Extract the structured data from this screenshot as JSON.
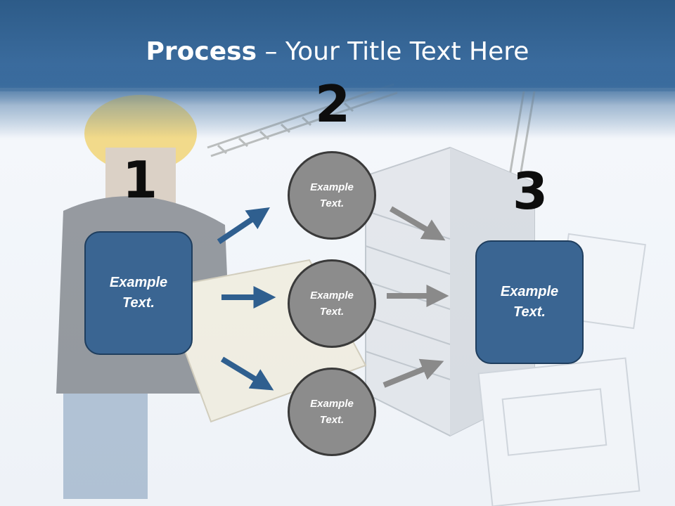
{
  "title": {
    "bold": "Process",
    "rest": " – Your Title Text Here"
  },
  "steps": [
    {
      "number": "1"
    },
    {
      "number": "2"
    },
    {
      "number": "3"
    }
  ],
  "left_box": {
    "text": "Example Text."
  },
  "circles": [
    {
      "text": "Example Text."
    },
    {
      "text": "Example Text."
    },
    {
      "text": "Example Text."
    }
  ],
  "right_box": {
    "text": "Example Text."
  },
  "colors": {
    "title_bar": "#3a6b9d",
    "box_fill": "#3a6592",
    "circle_fill": "#8c8c8c",
    "blue_arrow": "#2f5f8f",
    "gray_arrow": "#8a8a8a"
  }
}
